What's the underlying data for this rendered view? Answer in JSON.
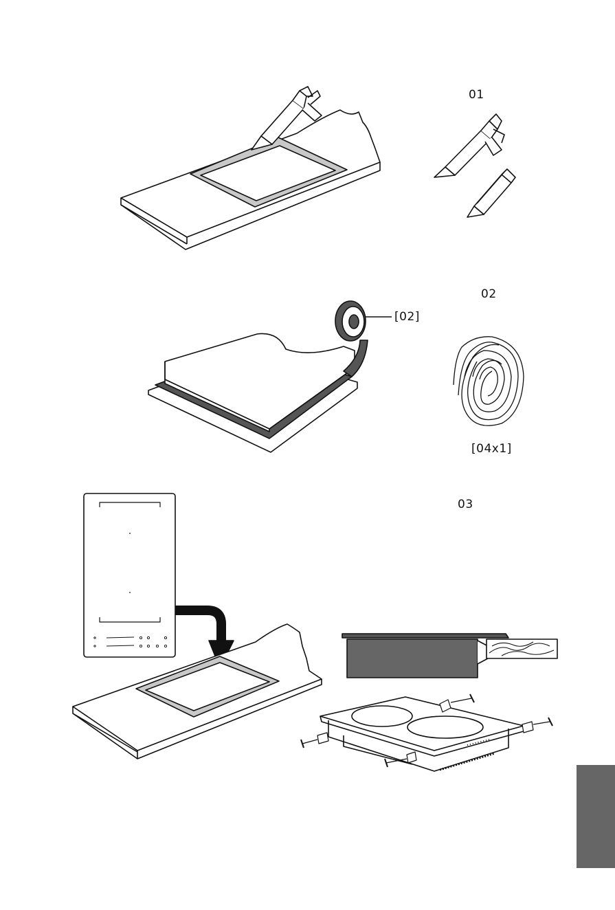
{
  "steps": [
    {
      "number": "01"
    },
    {
      "number": "02",
      "tape_callout": "[02]",
      "seal_callout": "[04x1]"
    },
    {
      "number": "03"
    }
  ],
  "colors": {
    "line": "#111111",
    "strip": "#c8c8c8",
    "seal": "#555555",
    "hob_side": "#666666",
    "page_tab": "#666666"
  }
}
